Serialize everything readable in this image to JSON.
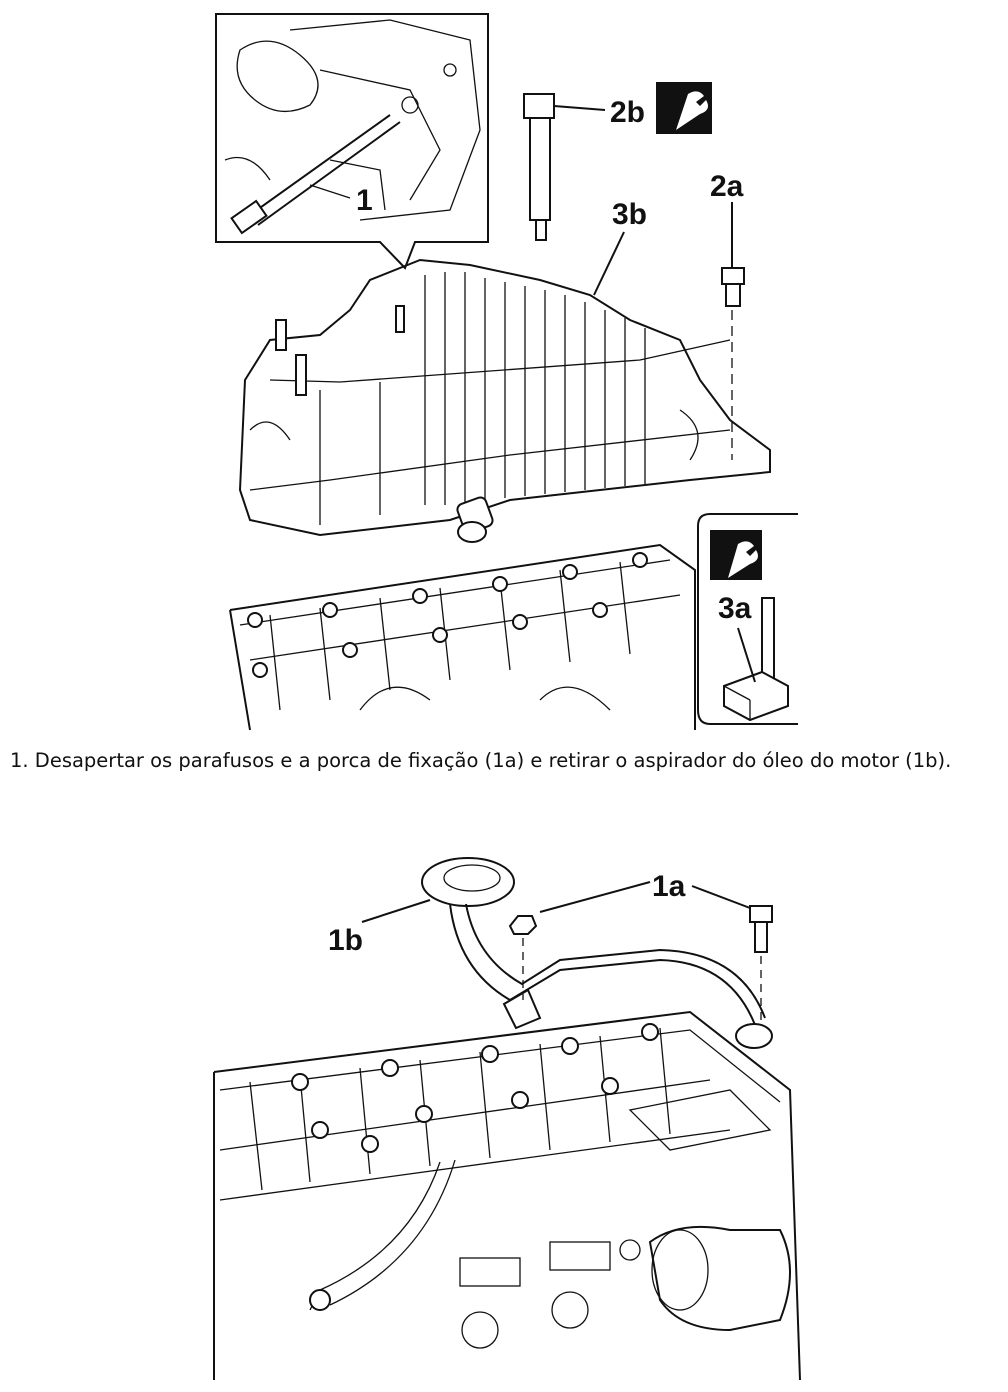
{
  "labels": {
    "top": [
      "1",
      "2b",
      "2a",
      "3b",
      "3a"
    ],
    "bottom": [
      "1b",
      "1a"
    ]
  },
  "caption": "1. Desapertar os parafusos e a porca de fixação (1a) e retirar o aspirador do óleo do motor (1b).",
  "icons": [
    "wrench-icon",
    "wrench-icon"
  ]
}
